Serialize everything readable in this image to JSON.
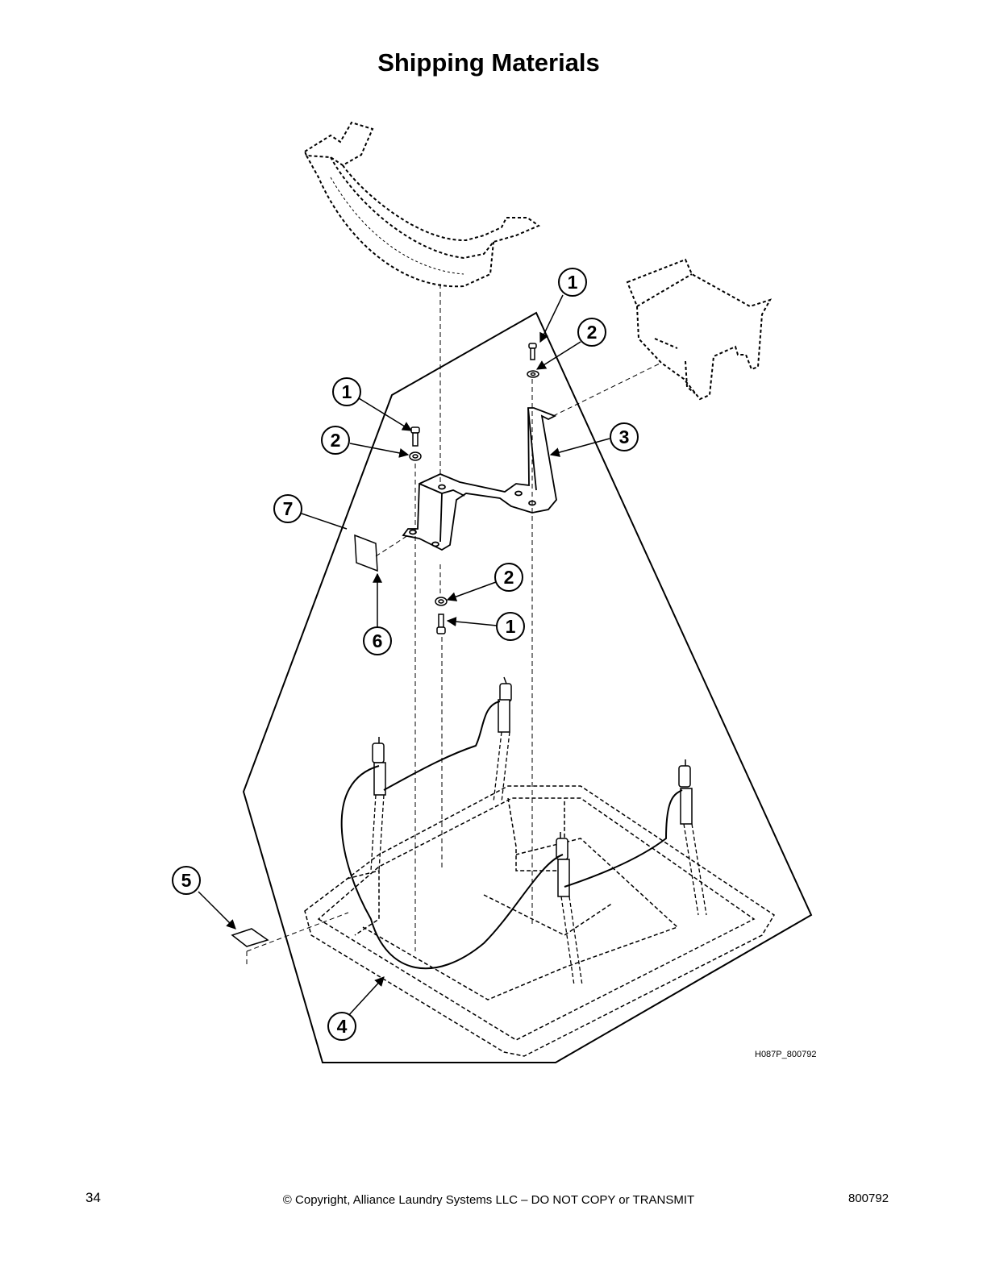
{
  "page": {
    "title": "Shipping Materials",
    "page_number": "34",
    "copyright": "© Copyright, Alliance Laundry Systems LLC – DO NOT COPY or TRANSMIT",
    "doc_number": "800792"
  },
  "figure": {
    "id": "H087P_800792",
    "callouts": [
      "1",
      "2",
      "1",
      "2",
      "3",
      "7",
      "6",
      "2",
      "1",
      "5",
      "4"
    ]
  }
}
